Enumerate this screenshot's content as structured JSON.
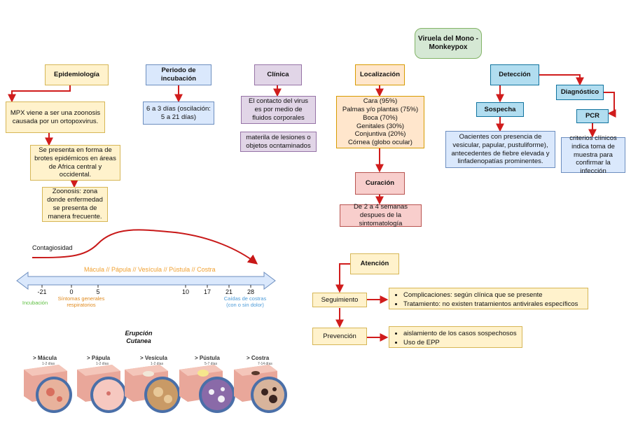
{
  "title": "Viruela del Mono - Monkeypox",
  "epidemiologia": {
    "header": "Epidemiología",
    "items": [
      "MPX viene a ser una zoonosis causada por un ortopoxvirus.",
      "Se presenta en forma de brotes epidémicos en áreas de Africa central y occidental.",
      "Zoonosis: zona donde enfermedad se presenta de manera frecuente."
    ]
  },
  "periodo": {
    "header": "Periodo de incubación",
    "text": "6 a 3 días  (oscilación: 5 a 21 días)"
  },
  "clinica": {
    "header": "Clínica",
    "items": [
      "El contacto del virus es por medio de fluidos corporales",
      "materila de lesiones o objetos ocntaminados"
    ]
  },
  "localizacion": {
    "header": "Localización",
    "items": [
      "Cara (95%)",
      "Palmas y/o plantas (75%)",
      "Boca (70%)",
      "Genitales (30%)",
      "Conjuntiva (20%)",
      "Córnea (globo ocular)"
    ]
  },
  "curacion": {
    "header": "Curación",
    "text": "De 2 a 4 semanas despues de la sintomatología"
  },
  "deteccion": {
    "header": "Detección",
    "sospecha": "Sospecha",
    "sospecha_text": "Oacientes con  presencia de vesicular, papular, pustuliforme), antecedentes de fiebre elevada y linfadenopatías prominentes.",
    "diagnostico": "Diagnóstico",
    "pcr": "PCR",
    "pcr_text": "criterios clínicos indica toma de muestra para confirmar la infección"
  },
  "timeline": {
    "contagio_label": "Contagiosidad",
    "phases": "Mácula // Pápula // Vesícula // Pústula // Costra",
    "ticks": [
      "-21",
      "0",
      "5",
      "10",
      "17",
      "21",
      "28"
    ],
    "incubacion": "Incubación",
    "sintomas": "Síntomas generales respiratorios",
    "caidas": "Caídas de costras (con o sin dolor)"
  },
  "erupcion": {
    "title": "Erupción Cutanea",
    "stages": [
      {
        "name": "> Mácula",
        "days": "1-2 días"
      },
      {
        "name": "> Pápula",
        "days": "1-2 días"
      },
      {
        "name": "> Vesícula",
        "days": "1-2 días"
      },
      {
        "name": "> Pústula",
        "days": "5-7 días"
      },
      {
        "name": "> Costra",
        "days": "7-14 días"
      }
    ]
  },
  "atencion": {
    "header": "Atención",
    "seguimiento": "Seguimiento",
    "seguimiento_items": [
      "Complicaciones: según clínica que se presente",
      "Tratamiento:  no existen tratamientos antivirales específicos"
    ],
    "prevencion": "Prevención",
    "prevencion_items": [
      "aislamiento de los casos sospechosos",
      "Uso de EPP"
    ]
  },
  "colors": {
    "arrow": "#d01c1c",
    "timeline_fill": "#dae8fc",
    "phase_text": "#f0a030",
    "incubacion_text": "#5cbf3f",
    "sintomas_text": "#e08a1e",
    "caidas_text": "#4a9ad8"
  }
}
